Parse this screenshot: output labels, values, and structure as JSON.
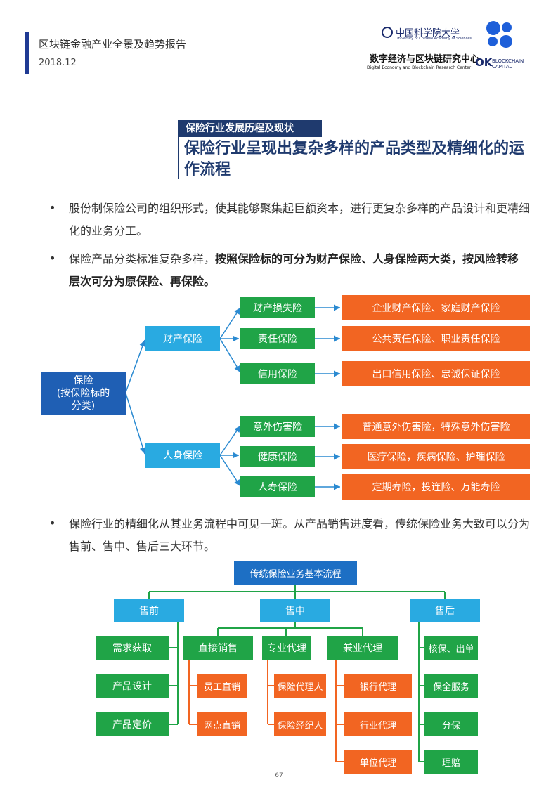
{
  "header": {
    "report_title": "区块链金融产业全景及趋势报告",
    "date": "2018.12",
    "ucas_cn": "中国科学院大学",
    "ucas_en": "University of Chinese Academy of Sciences",
    "center_cn": "数字经济与区块链研究中心",
    "center_en": "Digital Economy and Blockchain Research Center",
    "ok_mark": "OK",
    "ok_sub1": "BLOCKCHAIN",
    "ok_sub2": "CAPITAL"
  },
  "section": {
    "tag": "保险行业发展历程及现状",
    "title": "保险行业呈现出复杂多样的产品类型及精细化的运作流程"
  },
  "bullets": {
    "b1": "股份制保险公司的组织形式，使其能够聚集起巨额资本，进行更复杂多样的产品设计和更精细化的业务分工。",
    "b2_plain": "保险产品分类标准复杂多样，",
    "b2_bold": "按照保险标的可分为财产保险、人身保险两大类，按风险转移层次可分为原保险、再保险。",
    "b3": "保险行业的精细化从其业务流程中可见一斑。从产品销售进度看，传统保险业务大致可以分为售前、售中、售后三大环节。"
  },
  "tree": {
    "root": "保险\n(按保险标的\n分类)",
    "property": "财产保险",
    "life": "人身保险",
    "p_items": [
      {
        "label": "财产损失险",
        "detail": "企业财产保险、家庭财产保险"
      },
      {
        "label": "责任保险",
        "detail": "公共责任保险、职业责任保险"
      },
      {
        "label": "信用保险",
        "detail": "出口信用保险、忠诚保证保险"
      }
    ],
    "l_items": [
      {
        "label": "意外伤害险",
        "detail": "普通意外伤害险，特殊意外伤害险"
      },
      {
        "label": "健康保险",
        "detail": "医疗保险，疾病保险、护理保险"
      },
      {
        "label": "人寿保险",
        "detail": "定期寿险，投连险、万能寿险"
      }
    ]
  },
  "flow": {
    "title": "传统保险业务基本流程",
    "pre": "售前",
    "mid": "售中",
    "post": "售后",
    "pre_items": [
      "需求获取",
      "产品设计",
      "产品定价"
    ],
    "direct": "直接销售",
    "direct_items": [
      "员工直销",
      "网点直销"
    ],
    "agent": "专业代理",
    "agent_items": [
      "保险代理人",
      "保险经纪人"
    ],
    "side": "兼业代理",
    "side_items": [
      "银行代理",
      "行业代理",
      "单位代理"
    ],
    "post_items": [
      "核保、出单",
      "保全服务",
      "分保",
      "理赔"
    ]
  },
  "page_number": "67",
  "colors": {
    "navy": "#1f3a6e",
    "sky": "#29aae1",
    "green": "#20a447",
    "orange": "#f26522",
    "flow_blue": "#1d6fc4"
  }
}
